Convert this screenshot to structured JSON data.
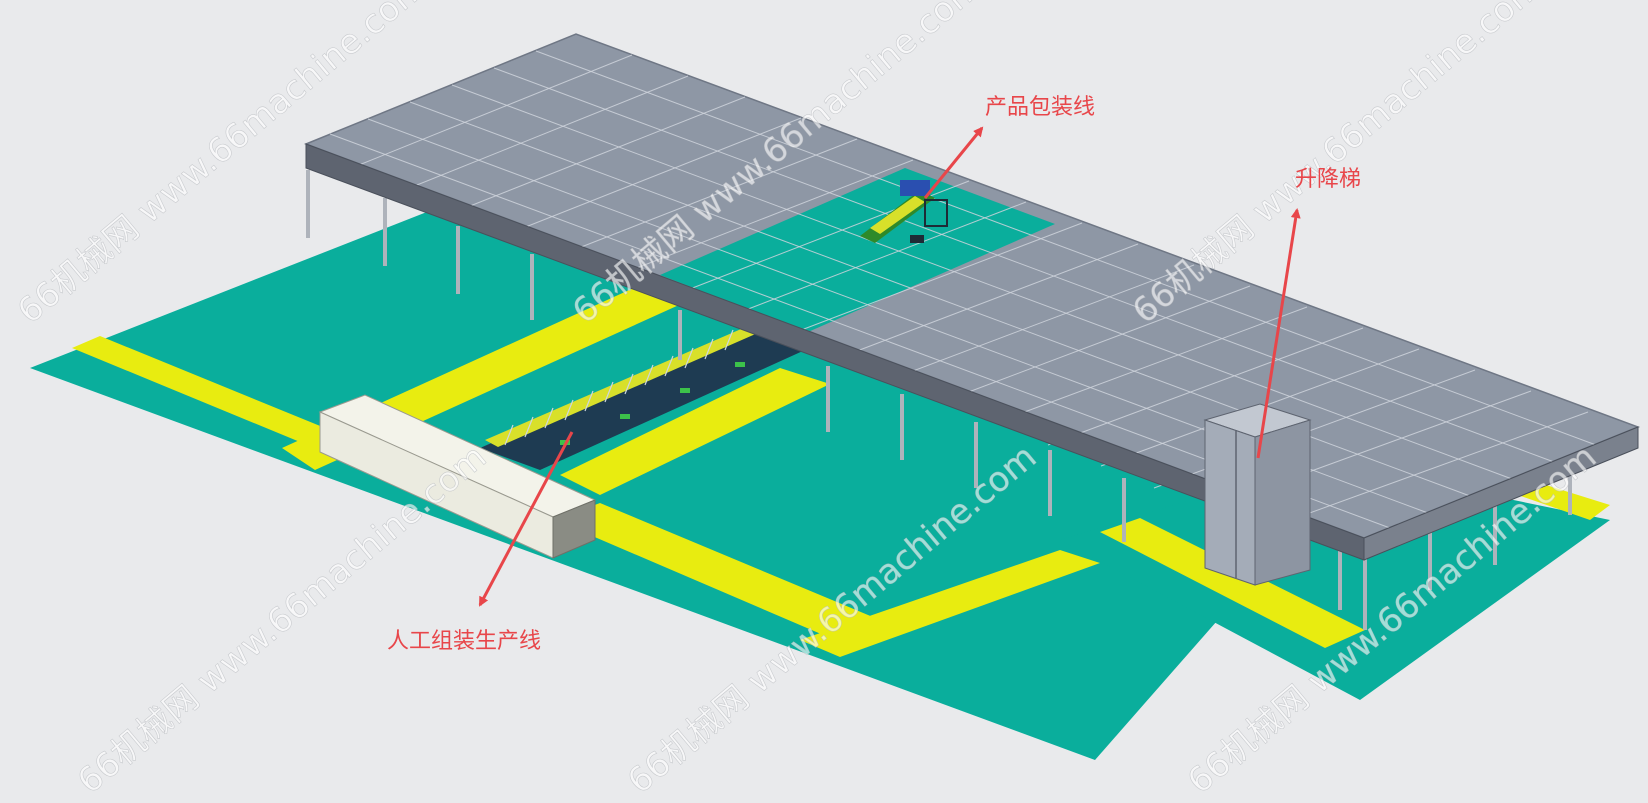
{
  "labels": {
    "packaging_line": "产品包装线",
    "elevator": "升降梯",
    "assembly_line": "人工组装生产线"
  },
  "watermark": {
    "text": "66机械网 www.66machine.com"
  },
  "colors": {
    "background": "#e9eaec",
    "floor": "#0aae9c",
    "floor_dark": "#0a9d8c",
    "walkway": "#e8ec10",
    "mezzanine": "#8e97a5",
    "mezzanine_edge": "#6f7785",
    "grid_line": "#cfd4dc",
    "railing": "#5e6470",
    "column": "#aeb3bb",
    "elevator": "#a4acb8",
    "enclosure": "#ebebe0",
    "arrow": "#e8464a",
    "label": "#e8464a",
    "equipment": "#2e8a2a"
  }
}
